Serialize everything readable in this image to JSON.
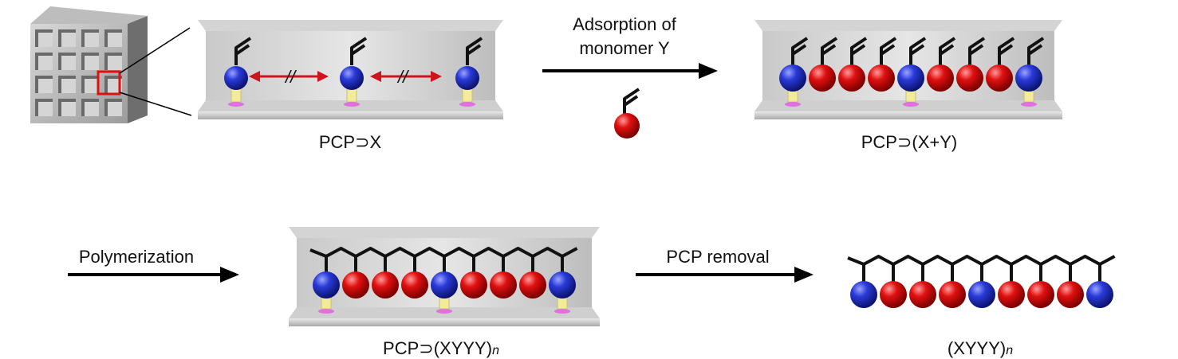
{
  "labels": {
    "pcp_x": "PCP⊃X",
    "pcp_xy": "PCP⊃(X+Y)",
    "pcp_xyyy_base": "PCP⊃(XYYY)",
    "xyyy_base": "(XYYY)",
    "subscript_n": "n"
  },
  "steps": {
    "adsorption_line1": "Adsorption of",
    "adsorption_line2": "monomer Y",
    "polymerization": "Polymerization",
    "pcp_removal": "PCP removal"
  },
  "blocked_mark": "//",
  "colors": {
    "monomer_x": "#1f2fbf",
    "monomer_y": "#d80b0b",
    "arrow": "#000000",
    "blocked_arrow": "#d0141e",
    "channel": "#c2c2c2",
    "channel_back": "#9a9a9a",
    "linker_yellow": "#f1eb9a",
    "anchor_pink": "#e070e0",
    "highlight_box": "#e01010"
  },
  "sequences": {
    "pcp_x": [
      "X",
      "X",
      "X"
    ],
    "pcp_xy": [
      "X",
      "Y",
      "Y",
      "Y",
      "X",
      "Y",
      "Y",
      "Y",
      "X"
    ],
    "polymer": [
      "X",
      "Y",
      "Y",
      "Y",
      "X",
      "Y",
      "Y",
      "Y",
      "X"
    ]
  }
}
